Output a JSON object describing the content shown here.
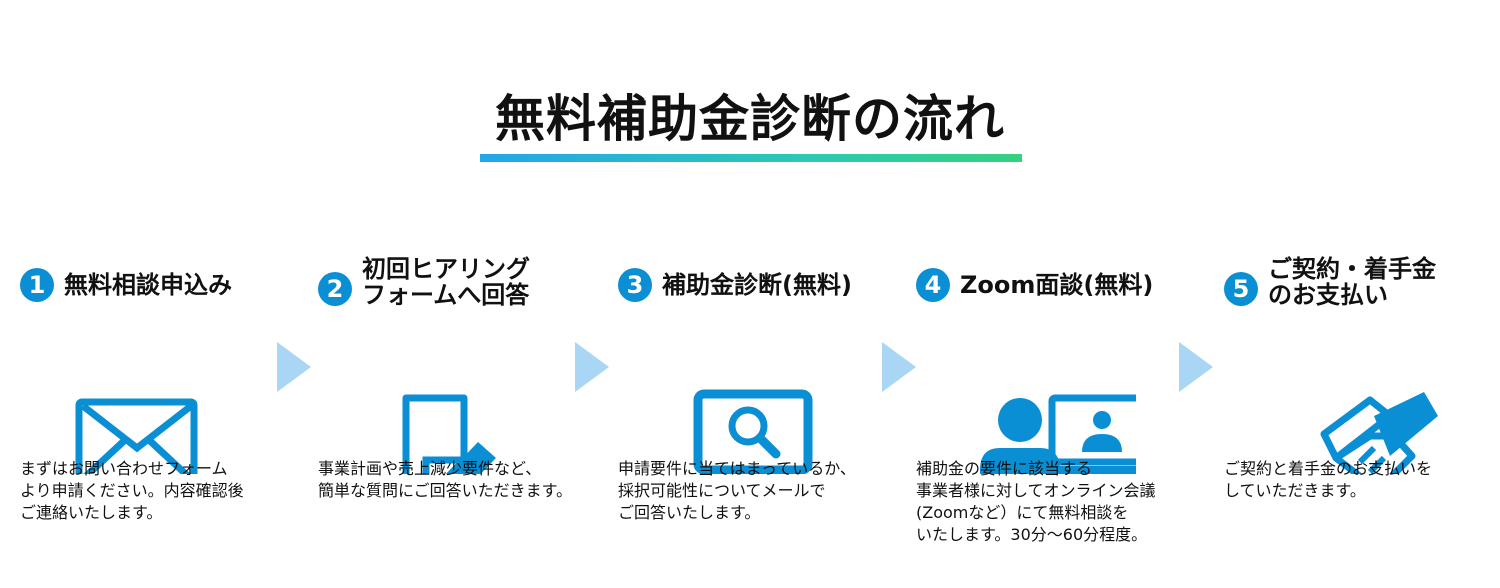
{
  "title": "無料補助金診断の流れ",
  "colors": {
    "accent": "#0a8fd4",
    "arrow": "#a9d6f5",
    "gradient_start": "#22a7e8",
    "gradient_end": "#33d27e"
  },
  "steps": [
    {
      "number": "1",
      "title": "無料相談申込み",
      "icon": "envelope-icon",
      "description": "まずはお問い合わせフォーム\nより申請ください。内容確認後\nご連絡いたします。"
    },
    {
      "number": "2",
      "title": "初回ヒアリング\nフォームへ回答",
      "icon": "document-pen-icon",
      "description": "事業計画や売上減少要件など、\n簡単な質問にご回答いただきます。"
    },
    {
      "number": "3",
      "title": "補助金診断(無料)",
      "icon": "laptop-search-icon",
      "description": "申請要件に当てはまっているか、\n採択可能性についてメールで\nご回答いたします。"
    },
    {
      "number": "4",
      "title": "Zoom面談(無料)",
      "icon": "video-meeting-icon",
      "description": "補助金の要件に該当する\n事業者様に対してオンライン会議\n(Zoomなど）にて無料相談を\nいたします。30分〜60分程度。"
    },
    {
      "number": "5",
      "title": "ご契約・着手金\nのお支払い",
      "icon": "handshake-icon",
      "description": "ご契約と着手金のお支払いを\nしていただきます。"
    }
  ]
}
